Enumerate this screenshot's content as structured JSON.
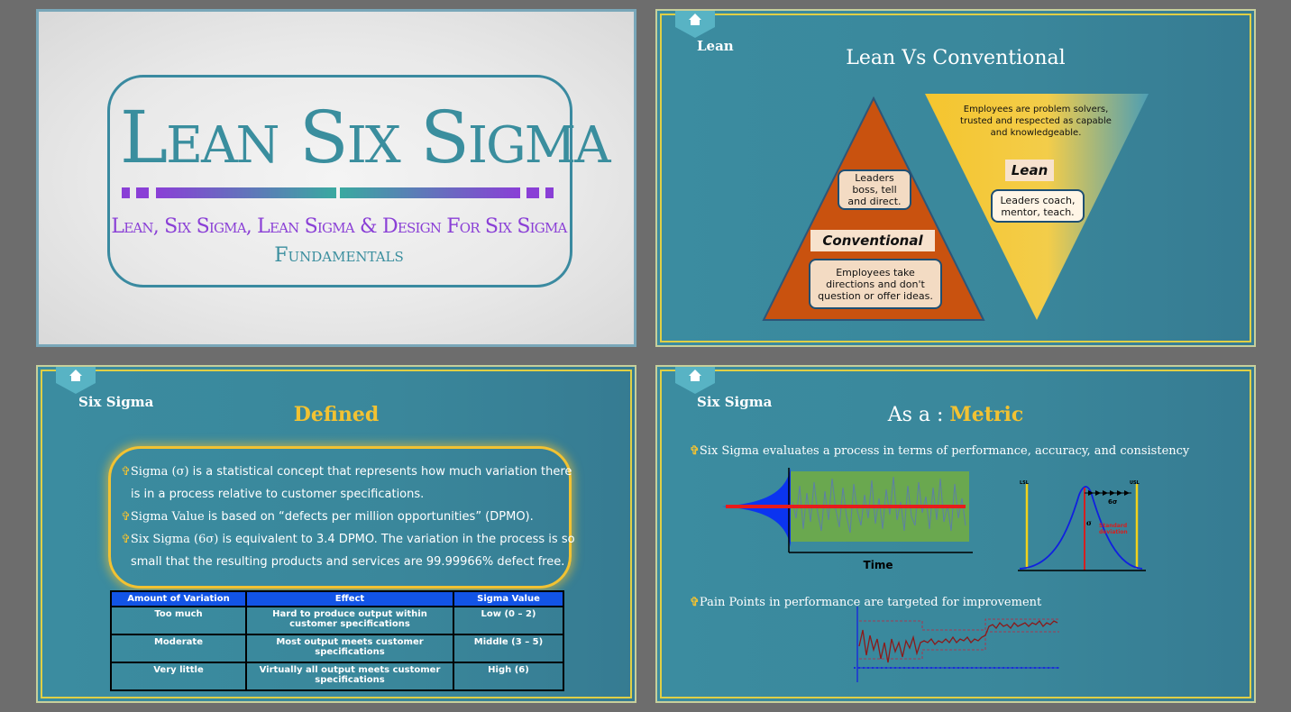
{
  "slide1": {
    "title_word1": "Lean",
    "title_word2": "Six",
    "title_word3": "Sigma",
    "subtitle_line1": "Lean, Six Sigma, Lean Sigma & Design For Six Sigma",
    "subtitle_line2": "Fundamentals"
  },
  "slide2": {
    "section": "Lean",
    "title": "Lean Vs Conventional",
    "conv_top": "Leaders boss, tell and direct.",
    "conv_banner": "Conventional",
    "conv_bottom": "Employees take directions and don't question or offer ideas.",
    "lean_top": "Employees are problem solvers, trusted and respected as capable and knowledgeable.",
    "lean_banner": "Lean",
    "lean_bottom": "Leaders coach, mentor, teach."
  },
  "slide3": {
    "section": "Six Sigma",
    "title": "Defined",
    "b1_pre": "Sigma (σ)",
    "b1_rest": " is a statistical concept that represents how much variation there",
    "b1_cont": "is in a process relative to customer specifications.",
    "b2_pre": "Sigma Value",
    "b2_rest": " is based on “defects per million opportunities” (DPMO).",
    "b3_pre": "Six Sigma (6σ)",
    "b3_rest": " is equivalent to 3.4 DPMO. The variation in the process is so",
    "b3_cont": "small that the resulting products and services are 99.99966% defect free.",
    "table": {
      "headers": [
        "Amount of Variation",
        "Effect",
        "Sigma Value"
      ],
      "rows": [
        [
          "Too much",
          "Hard to produce output within customer specifications",
          "Low (0 – 2)"
        ],
        [
          "Moderate",
          "Most output meets customer specifications",
          "Middle (3 – 5)"
        ],
        [
          "Very little",
          "Virtually all output meets customer specifications",
          "High (6)"
        ]
      ]
    }
  },
  "slide4": {
    "section": "Six Sigma",
    "title_prefix": "As a : ",
    "title_accent": "Metric",
    "bullet1": "Six Sigma evaluates a process in terms of performance, accuracy, and consistency",
    "bullet2": "Pain Points in performance are targeted for improvement",
    "chart_time_label": "Time",
    "lsl": "LSL",
    "usl": "USL",
    "six_sigma": "6σ",
    "sigma": "σ",
    "std_dev_1": "Standard",
    "std_dev_2": "deviation"
  },
  "colors": {
    "teal": "#3b8ca0",
    "yellow": "#f2c232",
    "orange": "#c9520f",
    "purple": "#8a3fd6"
  }
}
